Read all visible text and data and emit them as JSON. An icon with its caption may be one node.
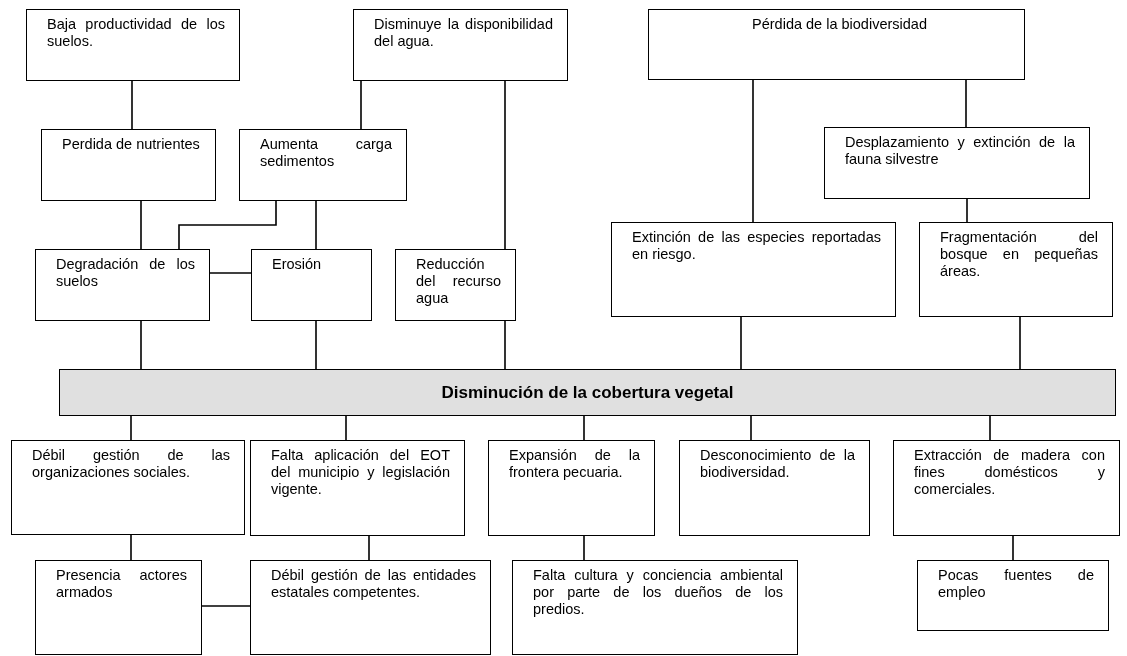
{
  "diagram": {
    "nodes": [
      {
        "text": [
          "Baja productividad de los suelos."
        ]
      },
      {
        "text": [
          "Disminuye la disponibilidad del agua."
        ]
      },
      {
        "text": [
          "Pérdida de la biodiversidad"
        ]
      },
      {
        "text": [
          "Perdida de nutrientes"
        ]
      },
      {
        "text": [
          "Aumenta carga sedimentos"
        ]
      },
      {
        "text": [
          "Desplazamiento y extinción de la fauna silvestre"
        ]
      },
      {
        "text": [
          "Degradación de los suelos"
        ]
      },
      {
        "text": [
          "Erosión"
        ]
      },
      {
        "text": [
          "Reducción del recurso agua"
        ]
      },
      {
        "text": [
          "Extinción de las especies reportadas en riesgo."
        ]
      },
      {
        "text": [
          "Fragmentación del bosque en pequeñas áreas."
        ]
      },
      {
        "text": [
          "Disminución de la cobertura vegetal"
        ]
      },
      {
        "text": [
          "Débil gestión de las organizaciones sociales."
        ]
      },
      {
        "text": [
          "Falta aplicación del EOT del municipio y legislación vigente."
        ]
      },
      {
        "text": [
          "Expansión de la frontera pecuaria."
        ]
      },
      {
        "text": [
          "Desconocimiento de la biodiversidad."
        ]
      },
      {
        "text": [
          "Extracción de madera con fines domésticos y comerciales."
        ]
      },
      {
        "text": [
          "Presencia actores armados"
        ]
      },
      {
        "text": [
          "Débil gestión de las entidades estatales competentes."
        ]
      },
      {
        "text": [
          "Falta cultura y conciencia ambiental por parte de los dueños de los predios."
        ]
      },
      {
        "text": [
          "Pocas fuentes de empleo"
        ]
      }
    ],
    "edges": [
      {
        "from": 0,
        "to": 3,
        "arrow": "none"
      },
      {
        "from": 1,
        "to": 4,
        "arrow": "none"
      },
      {
        "from": 1,
        "to": 8,
        "arrow": "none"
      },
      {
        "from": 2,
        "to": 9,
        "arrow": "none"
      },
      {
        "from": 2,
        "to": 5,
        "arrow": "none"
      },
      {
        "from": 3,
        "to": 6,
        "arrow": "none"
      },
      {
        "from": 4,
        "to": 6,
        "arrow": "none"
      },
      {
        "from": 4,
        "to": 7,
        "arrow": "none"
      },
      {
        "from": 6,
        "to": 7,
        "arrow": "none"
      },
      {
        "from": 5,
        "to": 10,
        "arrow": "none"
      },
      {
        "from": 6,
        "to": 11,
        "arrow": "none"
      },
      {
        "from": 7,
        "to": 11,
        "arrow": "none"
      },
      {
        "from": 8,
        "to": 11,
        "arrow": "none"
      },
      {
        "from": 9,
        "to": 11,
        "arrow": "none"
      },
      {
        "from": 10,
        "to": 11,
        "arrow": "none"
      },
      {
        "from": 11,
        "to": 12,
        "arrow": "none"
      },
      {
        "from": 11,
        "to": 13,
        "arrow": "none"
      },
      {
        "from": 11,
        "to": 14,
        "arrow": "none"
      },
      {
        "from": 11,
        "to": 15,
        "arrow": "none"
      },
      {
        "from": 11,
        "to": 16,
        "arrow": "none"
      },
      {
        "from": 12,
        "to": 17,
        "arrow": "none"
      },
      {
        "from": 13,
        "to": 18,
        "arrow": "none"
      },
      {
        "from": 14,
        "to": 19,
        "arrow": "none"
      },
      {
        "from": 16,
        "to": 20,
        "arrow": "none"
      },
      {
        "from": 17,
        "to": 18,
        "arrow": "none"
      }
    ]
  }
}
